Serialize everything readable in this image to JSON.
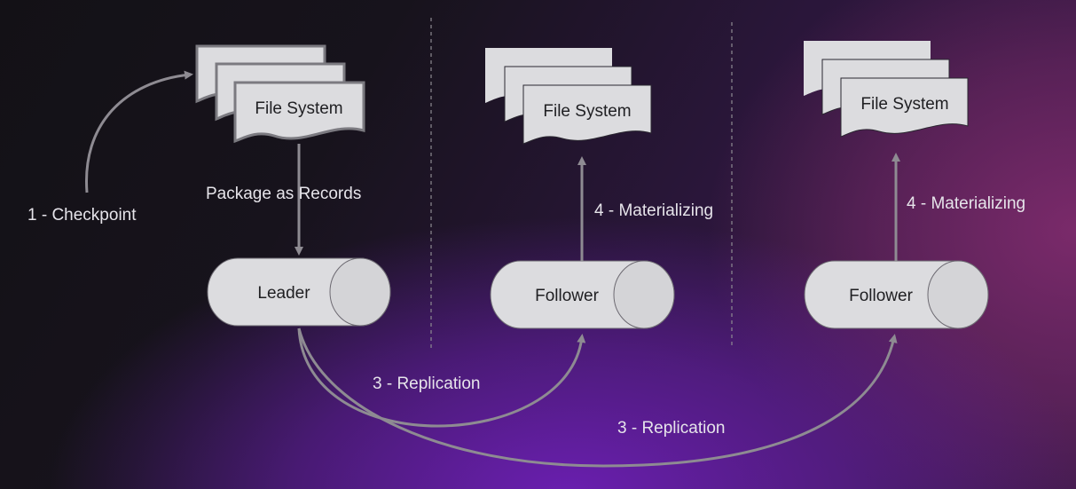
{
  "diagram": {
    "nodes": {
      "leader_fs": "File System",
      "follower1_fs": "File System",
      "follower2_fs": "File System",
      "leader": "Leader",
      "follower1": "Follower",
      "follower2": "Follower"
    },
    "edges": {
      "checkpoint": "1 - Checkpoint",
      "package": "Package as Records",
      "replication1": "3 - Replication",
      "replication2": "3 - Replication",
      "materializing1": "4 - Materializing",
      "materializing2": "4 - Materializing"
    }
  }
}
